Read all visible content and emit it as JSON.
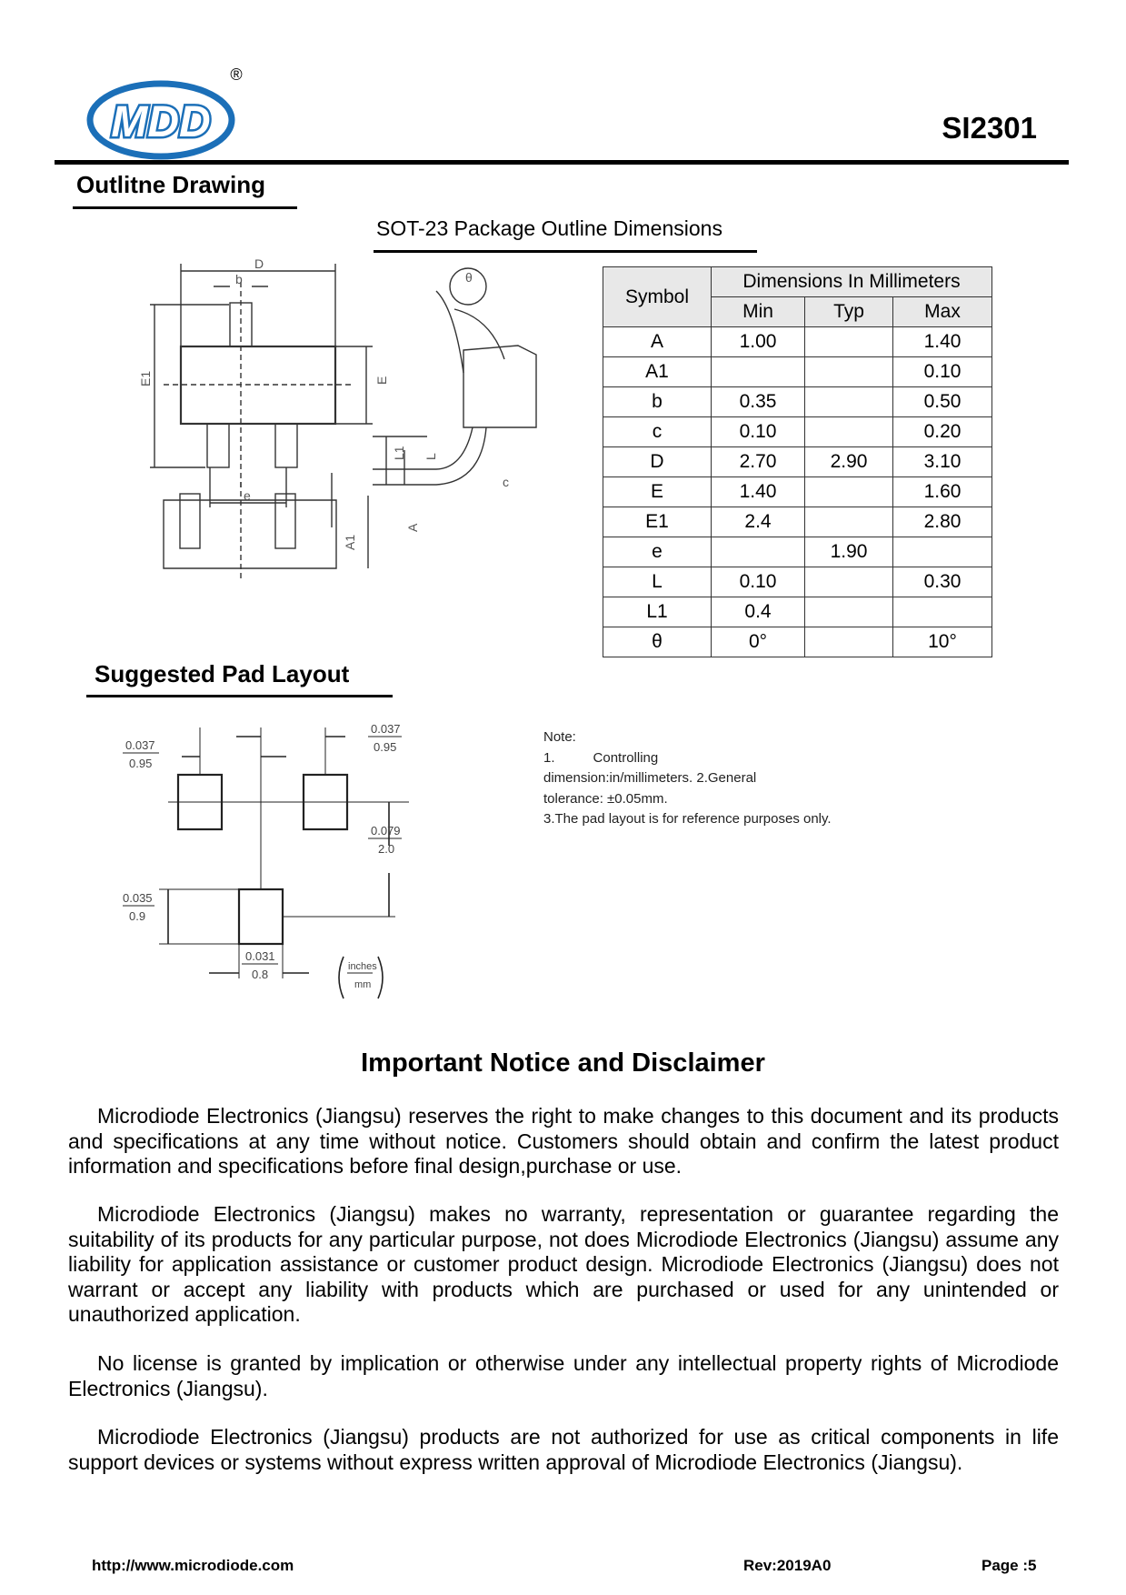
{
  "header": {
    "logo_text": "MDD",
    "logo_mark": "®",
    "part_number": "SI2301"
  },
  "outline": {
    "title": "Outlitne Drawing",
    "package_title": "SOT-23 Package Outline Dimensions",
    "drawing_labels": {
      "D": "D",
      "b": "b",
      "E1": "E1",
      "E": "E",
      "e": "e",
      "theta": "θ",
      "L1": "L1",
      "L": "L",
      "c": "c",
      "A1": "A1",
      "A": "A"
    }
  },
  "dimensions_table": {
    "symbol_header": "Symbol",
    "group_header": "Dimensions In Millimeters",
    "min_header": "Min",
    "typ_header": "Typ",
    "max_header": "Max",
    "rows": [
      {
        "symbol": "A",
        "min": "1.00",
        "typ": "",
        "max": "1.40"
      },
      {
        "symbol": "A1",
        "min": "",
        "typ": "",
        "max": "0.10"
      },
      {
        "symbol": "b",
        "min": "0.35",
        "typ": "",
        "max": "0.50"
      },
      {
        "symbol": "c",
        "min": "0.10",
        "typ": "",
        "max": "0.20"
      },
      {
        "symbol": "D",
        "min": "2.70",
        "typ": "2.90",
        "max": "3.10"
      },
      {
        "symbol": "E",
        "min": "1.40",
        "typ": "",
        "max": "1.60"
      },
      {
        "symbol": "E1",
        "min": "2.4",
        "typ": "",
        "max": "2.80"
      },
      {
        "symbol": "e",
        "min": "",
        "typ": "1.90",
        "max": ""
      },
      {
        "symbol": "L",
        "min": "0.10",
        "typ": "",
        "max": "0.30"
      },
      {
        "symbol": "L1",
        "min": "0.4",
        "typ": "",
        "max": ""
      },
      {
        "symbol": "θ",
        "min": "0°",
        "typ": "",
        "max": "10°"
      }
    ]
  },
  "pad_layout": {
    "title": "Suggested Pad Layout",
    "dim_left_top_in": "0.037",
    "dim_left_top_mm": "0.95",
    "dim_right_top_in": "0.037",
    "dim_right_top_mm": "0.95",
    "dim_height_in": "0.079",
    "dim_height_mm": "2.0",
    "dim_pad_h_in": "0.035",
    "dim_pad_h_mm": "0.9",
    "dim_pad_w_in": "0.031",
    "dim_pad_w_mm": "0.8",
    "legend_in": "inches",
    "legend_mm": "mm"
  },
  "notes": {
    "l1": "Note:",
    "l2a": "1.",
    "l2b": "Controlling",
    "l3": "dimension:in/millimeters. 2.General",
    "l4": "tolerance: ±0.05mm.",
    "l5": "3.The pad layout is for reference purposes only."
  },
  "disclaimer": {
    "title": "Important Notice and Disclaimer",
    "p1": "Microdiode Electronics (Jiangsu) reserves the right to make changes to this document and its products and specifications at any time without notice. Customers should obtain and confirm the latest product information and specifications before final design,purchase or use.",
    "p2": "Microdiode Electronics (Jiangsu) makes no warranty, representation or guarantee regarding the suitability of its products for any particular purpose, not does Microdiode Electronics (Jiangsu) assume any liability for application assistance or customer product design. Microdiode Electronics (Jiangsu) does not warrant or accept any liability with products which are purchased or used for any unintended or unauthorized application.",
    "p3": "No license is granted by implication or otherwise under any intellectual property rights of Microdiode Electronics (Jiangsu).",
    "p4": "Microdiode Electronics (Jiangsu) products are not authorized for use as critical components in life support devices or systems without express written approval of Microdiode Electronics (Jiangsu)."
  },
  "footer": {
    "url": "http://www.microdiode.com",
    "rev": "Rev:2019A0",
    "page": "Page :5"
  },
  "colors": {
    "logo_blue": "#1b6fb8"
  }
}
